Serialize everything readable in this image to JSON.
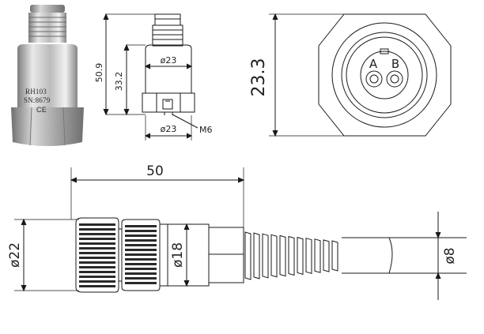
{
  "photo": {
    "model_label": "RH103",
    "serial_label": "SN:8679",
    "ce_mark": "CE"
  },
  "side_view": {
    "overall_height": "50.9",
    "body_height": "33.2",
    "top_diameter": "ø23",
    "bottom_diameter": "ø23",
    "thread": "M6"
  },
  "top_view": {
    "width": "23.3",
    "pin_a": "A",
    "pin_b": "B"
  },
  "cable_connector": {
    "length": "50",
    "connector_diameter": "ø22",
    "mid_diameter": "ø18",
    "cable_diameter": "ø8"
  },
  "colors": {
    "line": "#1a1a1a",
    "steel_light": "#e6e6e6",
    "steel_dark": "#8a8a8a"
  }
}
